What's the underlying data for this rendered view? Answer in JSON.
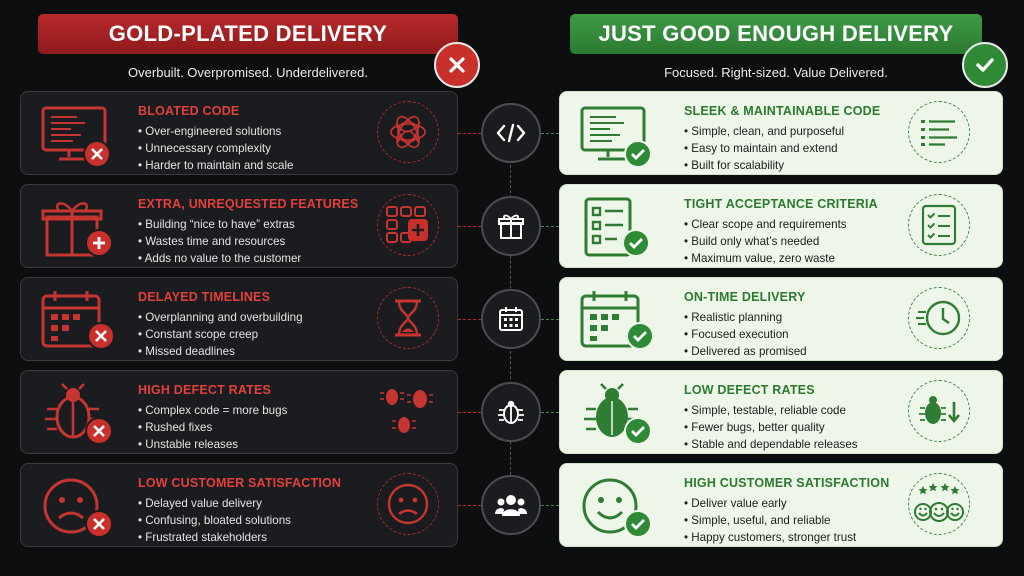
{
  "left": {
    "banner": "GOLD-PLATED DELIVERY",
    "subtitle": "Overbuilt. Overpromised. Underdelivered.",
    "badge_icon": "x-icon",
    "color": "#e2403a",
    "rows": [
      {
        "title": "BLOATED CODE",
        "bullets": [
          "Over-engineered solutions",
          "Unnecessary complexity",
          "Harder to maintain and scale"
        ]
      },
      {
        "title": "EXTRA, UNREQUESTED FEATURES",
        "bullets": [
          "Building “nice to have” extras",
          "Wastes time and resources",
          "Adds no value to the customer"
        ]
      },
      {
        "title": "DELAYED TIMELINES",
        "bullets": [
          "Overplanning and overbuilding",
          "Constant scope creep",
          "Missed deadlines"
        ]
      },
      {
        "title": "HIGH DEFECT RATES",
        "bullets": [
          "Complex code = more bugs",
          "Rushed fixes",
          "Unstable releases"
        ]
      },
      {
        "title": "LOW CUSTOMER SATISFACTION",
        "bullets": [
          "Delayed value delivery",
          "Confusing, bloated solutions",
          "Frustrated stakeholders"
        ]
      }
    ]
  },
  "right": {
    "banner": "JUST GOOD ENOUGH DELIVERY",
    "subtitle": "Focused. Right-sized. Value Delivered.",
    "badge_icon": "check-icon",
    "color": "#2d7a2f",
    "rows": [
      {
        "title": "SLEEK & MAINTAINABLE CODE",
        "bullets": [
          "Simple, clean, and purposeful",
          "Easy to maintain and extend",
          "Built for scalability"
        ]
      },
      {
        "title": "TIGHT ACCEPTANCE CRITERIA",
        "bullets": [
          "Clear scope and requirements",
          "Build only what’s needed",
          "Maximum value, zero waste"
        ]
      },
      {
        "title": "ON-TIME DELIVERY",
        "bullets": [
          "Realistic planning",
          "Focused execution",
          "Delivered as promised"
        ]
      },
      {
        "title": "LOW DEFECT RATES",
        "bullets": [
          "Simple, testable, reliable code",
          "Fewer bugs, better quality",
          "Stable and dependable releases"
        ]
      },
      {
        "title": "HIGH CUSTOMER SATISFACTION",
        "bullets": [
          "Deliver value early",
          "Simple, useful, and reliable",
          "Happy customers, stronger trust"
        ]
      }
    ]
  },
  "center_icons": [
    "code-icon",
    "gift-icon",
    "calendar-icon",
    "bug-icon",
    "users-icon"
  ]
}
